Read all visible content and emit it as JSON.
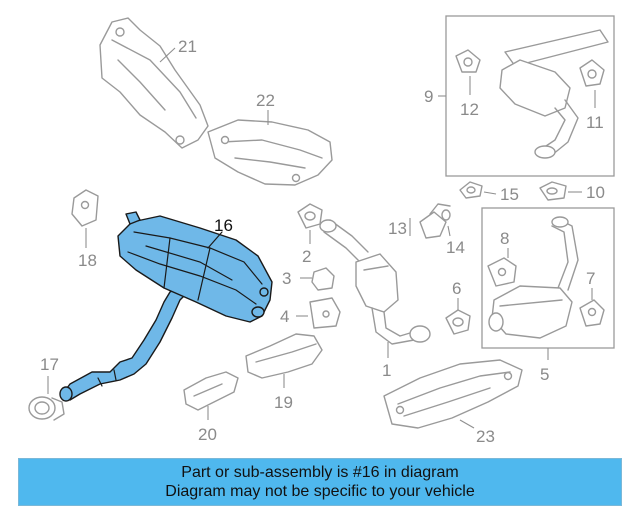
{
  "diagram": {
    "highlight_color": "#6fb8e8",
    "callouts": {
      "c1": "1",
      "c2": "2",
      "c3": "3",
      "c4": "4",
      "c5": "5",
      "c6": "6",
      "c7": "7",
      "c8": "8",
      "c9": "9",
      "c10": "10",
      "c11": "11",
      "c12": "12",
      "c13": "13",
      "c14": "14",
      "c15": "15",
      "c16": "16",
      "c17": "17",
      "c18": "18",
      "c19": "19",
      "c20": "20",
      "c21": "21",
      "c22": "22",
      "c23": "23"
    }
  },
  "banner": {
    "line1": "Part or sub-assembly is #16 in diagram",
    "line2": "Diagram may not be specific to your vehicle",
    "background": "#4fb8ee"
  }
}
